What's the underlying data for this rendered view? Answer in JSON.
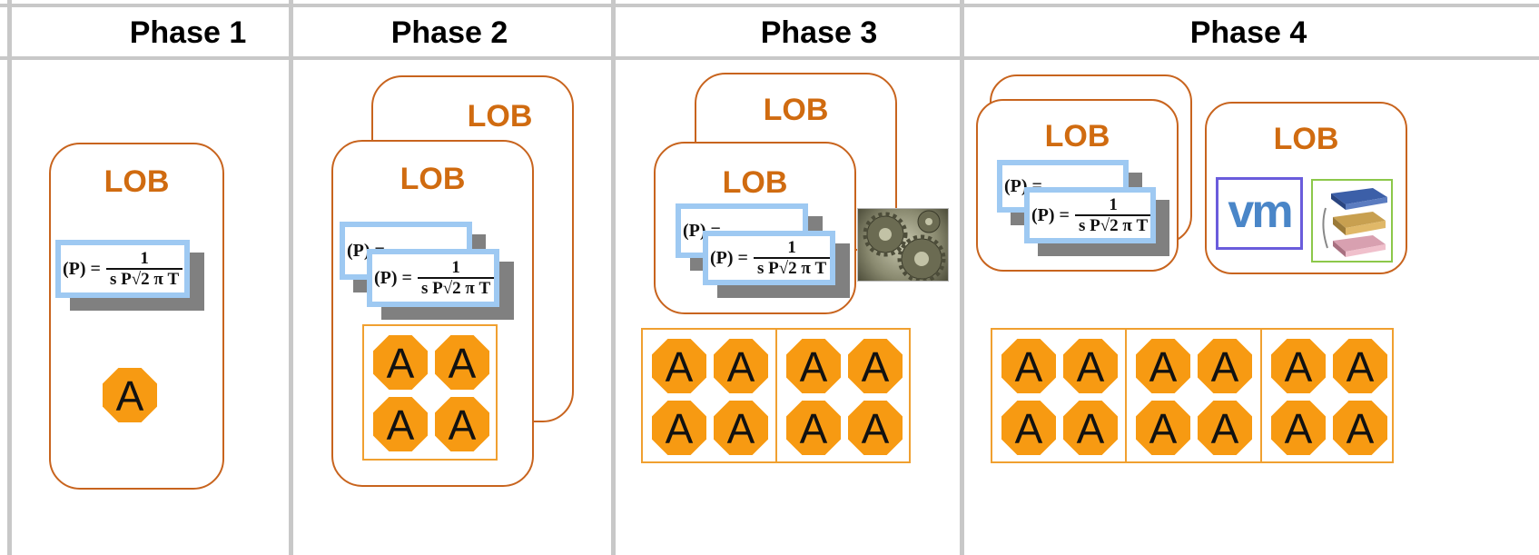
{
  "phases": [
    "Phase 1",
    "Phase 2",
    "Phase 3",
    "Phase 4"
  ],
  "lob_label": "LOB",
  "app_label": "A",
  "formula": {
    "lhs": "(P) =",
    "numerator": "1",
    "denominator": "s P√2 π T"
  },
  "vmware_label": "vm",
  "colors": {
    "lob_text": "#d06b10",
    "card_border": "#c8641e",
    "app_fill": "#f79a12",
    "app_box_border": "#f0a030",
    "formula_border": "#9ec9f2",
    "grid": "#c8c8c8",
    "vmware_border": "#6a5cdc",
    "server_border": "#8cc84a"
  },
  "icons": [
    "gears-image",
    "vmware-logo",
    "server-stack-image"
  ]
}
